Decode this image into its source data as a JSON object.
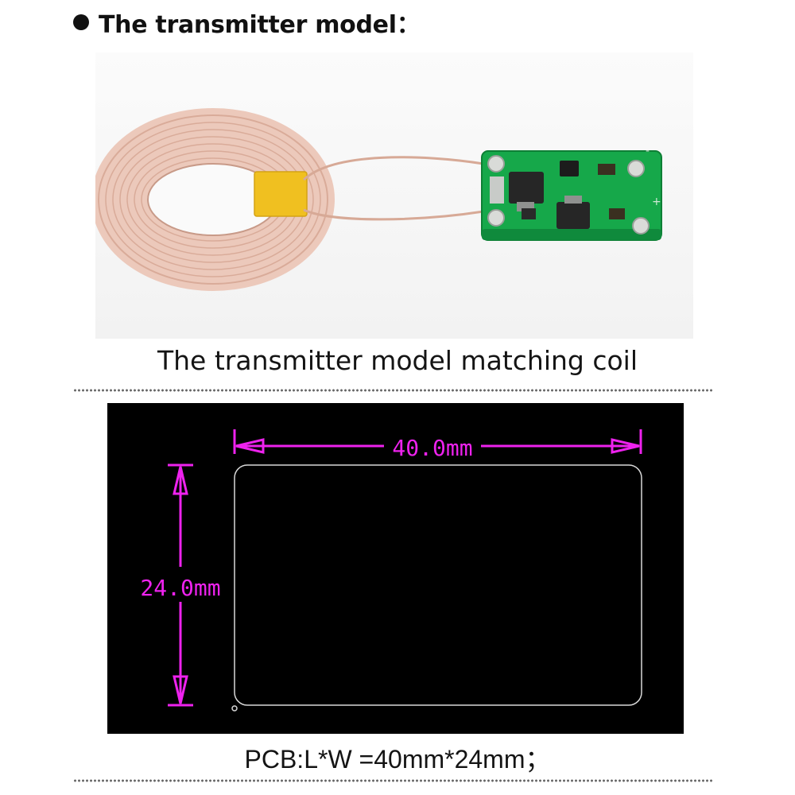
{
  "heading": {
    "text": "The transmitter model："
  },
  "photo": {
    "coil_icon": "copper-coil",
    "board_icon": "green-pcb-module",
    "pad_minus": "-",
    "pad_plus": "+"
  },
  "captions": {
    "coil": "The transmitter model matching coil",
    "pcb": "PCB:L*W =40mm*24mm；"
  },
  "dimensions": {
    "length_label": "40.0mm",
    "width_label": "24.0mm",
    "length_mm": 40,
    "width_mm": 24
  },
  "colors": {
    "dimension": "#ee22ee",
    "outline": "#d8d8d8",
    "drawing_bg": "#000000",
    "board_green": "#16a84a",
    "coil_copper": "#e9c3b4",
    "tape_yellow": "#f0c020"
  }
}
